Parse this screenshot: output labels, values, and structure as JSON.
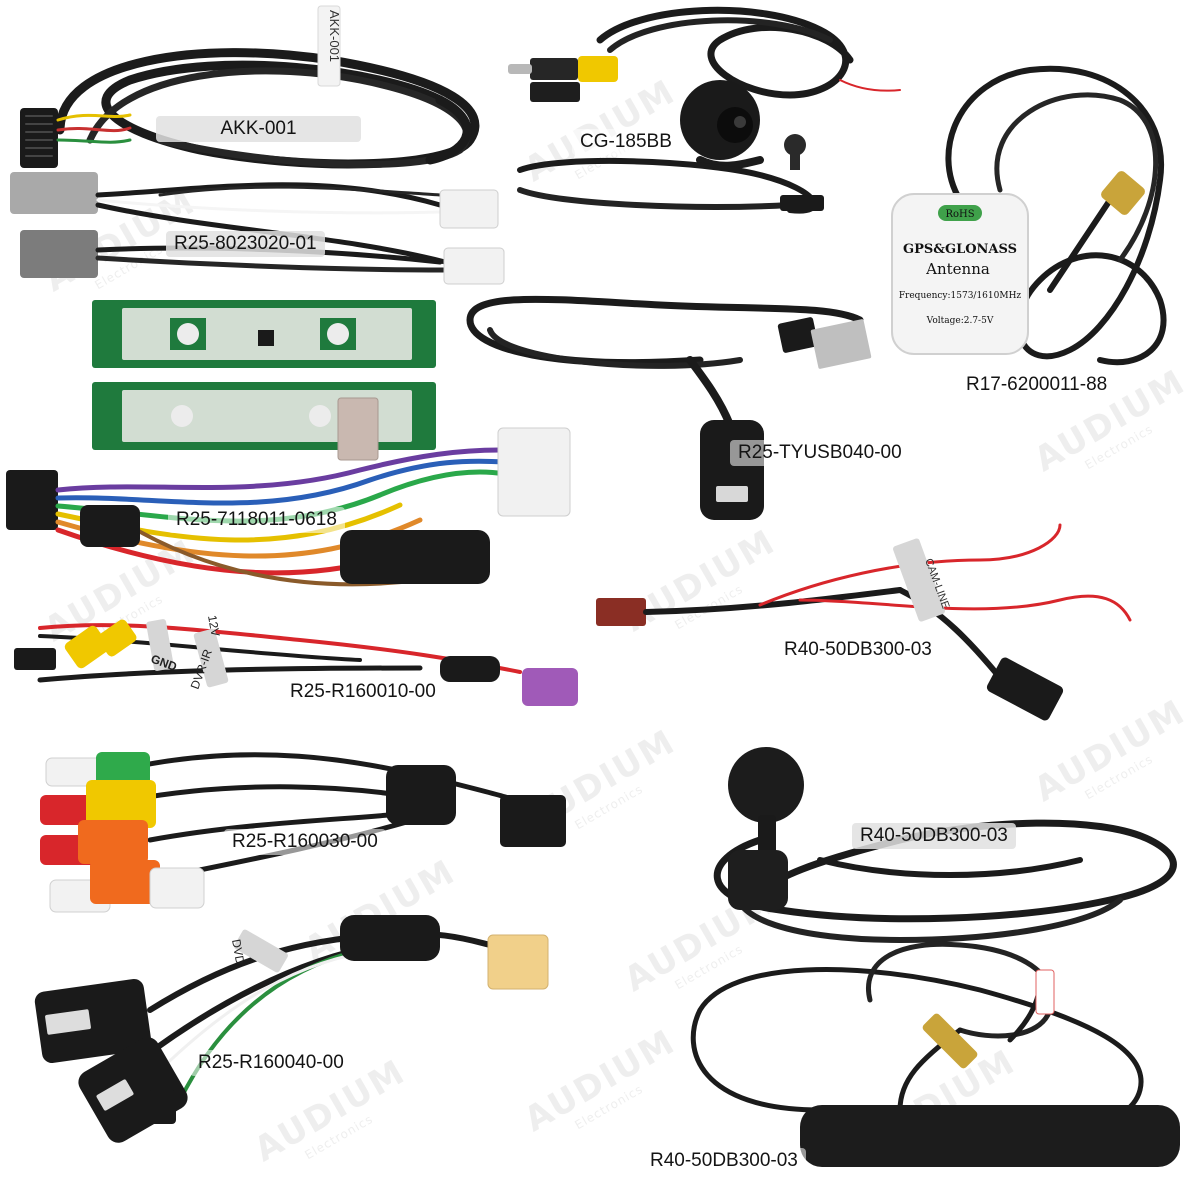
{
  "labels": {
    "akk001": "AKK-001",
    "cg185bb": "CG-185BB",
    "r25_8023020": "R25-8023020-01",
    "r17_6200011": "R17-6200011-88",
    "r25_tyusb040": "R25-TYUSB040-00",
    "r25_7118011": "R25-7118011-0618",
    "r40_50db300_cam": "R40-50DB300-03",
    "r25_r160010": "R25-R160010-00",
    "r25_r160030": "R25-R160030-00",
    "r40_50db300_mic": "R40-50DB300-03",
    "r25_r160040": "R25-R160040-00",
    "r40_50db300_dab": "R40-50DB300-03"
  },
  "printed": {
    "akk_tag": "AKK-001",
    "rohs": "RoHS",
    "gps_title": "GPS&GLONASS",
    "gps_antenna": "Antenna",
    "gps_frequency": "Frequency:1573/1610MHz",
    "gps_voltage": "Voltage:2.7-5V",
    "cam_line": "CAM-LINE",
    "gnd": "GND",
    "dvr_ir": "DVR-IR",
    "v12": "12V",
    "dvd": "DVD"
  },
  "watermark": {
    "brand": "AUDIUM",
    "sub": "Electronics"
  },
  "colors": {
    "cable": "#1b1b1b",
    "pcb": "#1f7a3d",
    "yellow": "#f0c800",
    "red": "#d8262b",
    "orange": "#f06a1e",
    "white_rca": "#f2f2f2",
    "green_rca": "#2faa4b",
    "purple_connector": "#a05ab8",
    "tan_connector": "#f1d08a",
    "brown_connector": "#8a2e24"
  }
}
